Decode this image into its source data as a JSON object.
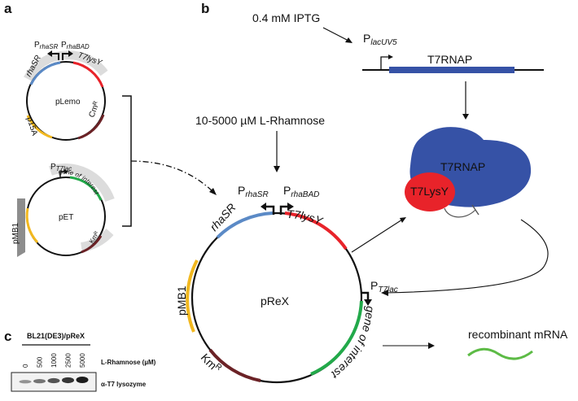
{
  "panels": {
    "a": "a",
    "b": "b",
    "c": "c"
  },
  "colors": {
    "blue": "#5b8ac6",
    "red": "#e8232a",
    "yellow": "#f2b81f",
    "green": "#22a94a",
    "brown": "#6b2226",
    "t7rnap": "#3652a6",
    "gray": "#dcdcdc",
    "darkgray": "#8d8d8d"
  },
  "plemo": {
    "name": "pLemo",
    "rhasr": "rhaSR",
    "t7lysy": "T7lysY",
    "p15a": "p15A",
    "cmr": "Cmᴿ",
    "prom_p": "P",
    "prom_rhasr_sub": "rhaSR",
    "prom_rhabad_sub": "rhaBAD"
  },
  "pet": {
    "name": "pET",
    "pmb1": "pMB1",
    "goi": "gene of interest",
    "kmr": "Kmᴿ",
    "prom_p": "P",
    "prom_sub": "T7lac"
  },
  "b": {
    "iptg": "0.4 mM IPTG",
    "placuv5_p": "P",
    "placuv5_sub": "lacUV5",
    "t7rnap_gene": "T7RNAP",
    "rhamnose": "10-5000 µM L-Rhamnose",
    "t7rnap_protein": "T7RNAP",
    "t7lysy_protein": "T7LysY",
    "recombinant": "recombinant mRNA"
  },
  "prex": {
    "name": "pReX",
    "p": "P",
    "rhasr_sub": "rhaSR",
    "rhabad_sub": "rhaBAD",
    "t7lac_sub": "T7lac",
    "rhasr": "rhaSR",
    "t7lysy": "T7lysY",
    "pmb1": "pMB1",
    "goi": "gene of interest",
    "km": "Km",
    "km_sup": "R"
  },
  "blot": {
    "title": "BL21(DE3)/pReX",
    "conc_label": "L-Rhamnose (µM)",
    "lanes": [
      "0",
      "500",
      "1000",
      "2500",
      "5000"
    ],
    "band_label": "α-T7 lysozyme",
    "intensity": [
      0.25,
      0.45,
      0.65,
      0.85,
      1.0
    ]
  }
}
